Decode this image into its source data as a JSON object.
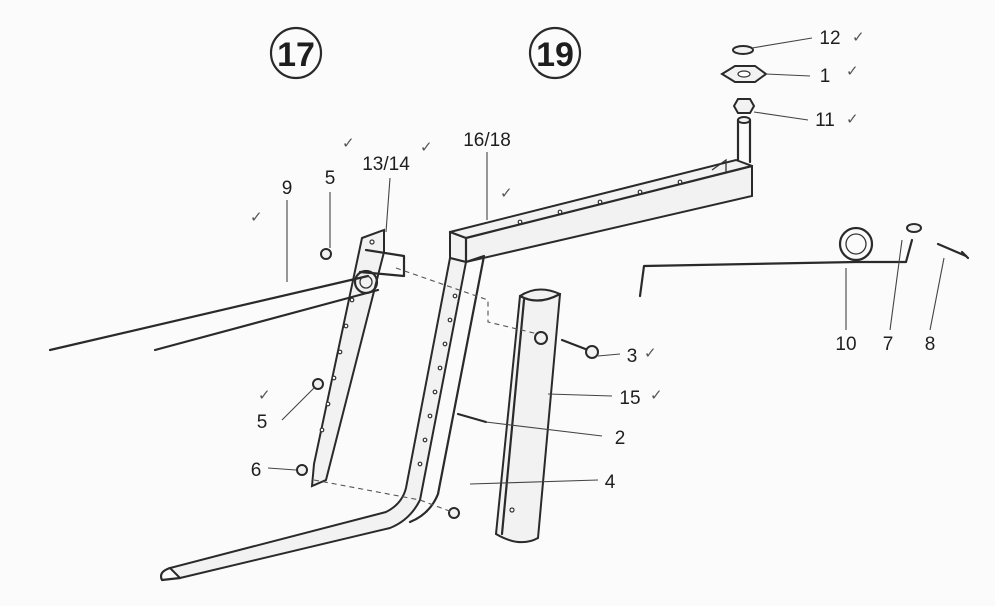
{
  "assemblies": [
    {
      "id": "asm-17",
      "label": "17"
    },
    {
      "id": "asm-19",
      "label": "19"
    }
  ],
  "parts": [
    {
      "id": "p12",
      "label": "12"
    },
    {
      "id": "p1",
      "label": "1"
    },
    {
      "id": "p11",
      "label": "11"
    },
    {
      "id": "p16-18",
      "label": "16/18"
    },
    {
      "id": "p13-14",
      "label": "13/14"
    },
    {
      "id": "p5a",
      "label": "5"
    },
    {
      "id": "p9",
      "label": "9"
    },
    {
      "id": "p10",
      "label": "10"
    },
    {
      "id": "p7",
      "label": "7"
    },
    {
      "id": "p8",
      "label": "8"
    },
    {
      "id": "p3",
      "label": "3"
    },
    {
      "id": "p15",
      "label": "15"
    },
    {
      "id": "p2",
      "label": "2"
    },
    {
      "id": "p5b",
      "label": "5"
    },
    {
      "id": "p6",
      "label": "6"
    },
    {
      "id": "p4",
      "label": "4"
    }
  ],
  "check_mark": "✓"
}
